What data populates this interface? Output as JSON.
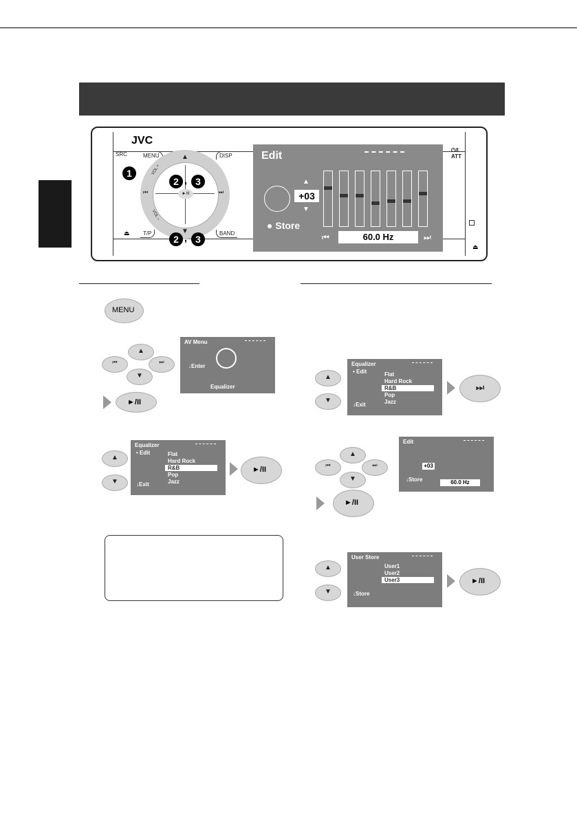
{
  "device": {
    "brand": "JVC",
    "src_label": "SRC",
    "menu_label": "MENU",
    "disp_label": "DISP",
    "tp_label": "T/P",
    "band_label": "BAND",
    "vol_plus": "VOL +",
    "vol_minus": "VOL –",
    "power_label": "⏻/I",
    "att_label": "ATT",
    "play_label": "►/II",
    "step1": "1",
    "step2": "2",
    "step3": "3",
    "comma": ","
  },
  "edit_screen": {
    "title": "Edit",
    "value": "+03",
    "store_label": "Store",
    "freq": "60.0 Hz",
    "eq_levels": [
      0.3,
      0.45,
      0.45,
      0.6,
      0.55,
      0.55,
      0.4
    ]
  },
  "av_menu": {
    "title": "AV Menu",
    "enter_label": "Enter",
    "caption": "Equalizer"
  },
  "equalizer_list": {
    "title": "Equalizer",
    "edit_label": "Edit",
    "exit_label": "Exit",
    "items": [
      "Flat",
      "Hard Rock",
      "R&B",
      "Pop",
      "Jazz"
    ],
    "selected": "R&B"
  },
  "user_store": {
    "title": "User Store",
    "store_label": "Store",
    "items": [
      "User1",
      "User2",
      "User3"
    ],
    "selected": "User3"
  },
  "buttons": {
    "menu": "MENU",
    "play": "►/II"
  }
}
